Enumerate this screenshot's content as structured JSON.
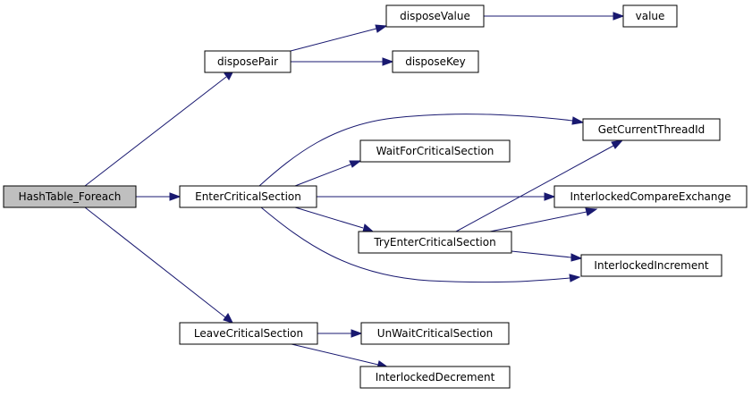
{
  "graph": {
    "root": "HashTable_Foreach",
    "colors": {
      "edge": "#191970",
      "node_fill": "#ffffff",
      "root_fill": "#bfbfbf",
      "border": "#000000"
    },
    "nodes": {
      "hashtable_foreach": "HashTable_Foreach",
      "disposepair": "disposePair",
      "disposevalue": "disposeValue",
      "value": "value",
      "disposekey": "disposeKey",
      "entercriticalsection": "EnterCriticalSection",
      "getcurrentthreadid": "GetCurrentThreadId",
      "waitforcriticalsection": "WaitForCriticalSection",
      "interlockedcompareexchange": "InterlockedCompareExchange",
      "tryentercriticalsection": "TryEnterCriticalSection",
      "interlockedincrement": "InterlockedIncrement",
      "leavecriticalsection": "LeaveCriticalSection",
      "unwaitcriticalsection": "UnWaitCriticalSection",
      "interlockeddecrement": "InterlockedDecrement"
    },
    "edges": [
      {
        "from": "hashtable_foreach",
        "to": "disposepair"
      },
      {
        "from": "hashtable_foreach",
        "to": "entercriticalsection"
      },
      {
        "from": "hashtable_foreach",
        "to": "leavecriticalsection"
      },
      {
        "from": "disposepair",
        "to": "disposevalue"
      },
      {
        "from": "disposepair",
        "to": "disposekey"
      },
      {
        "from": "disposevalue",
        "to": "value"
      },
      {
        "from": "entercriticalsection",
        "to": "getcurrentthreadid"
      },
      {
        "from": "entercriticalsection",
        "to": "waitforcriticalsection"
      },
      {
        "from": "entercriticalsection",
        "to": "interlockedcompareexchange"
      },
      {
        "from": "entercriticalsection",
        "to": "tryentercriticalsection"
      },
      {
        "from": "entercriticalsection",
        "to": "interlockedincrement"
      },
      {
        "from": "tryentercriticalsection",
        "to": "getcurrentthreadid"
      },
      {
        "from": "tryentercriticalsection",
        "to": "interlockedcompareexchange"
      },
      {
        "from": "tryentercriticalsection",
        "to": "interlockedincrement"
      },
      {
        "from": "leavecriticalsection",
        "to": "unwaitcriticalsection"
      },
      {
        "from": "leavecriticalsection",
        "to": "interlockeddecrement"
      }
    ]
  }
}
